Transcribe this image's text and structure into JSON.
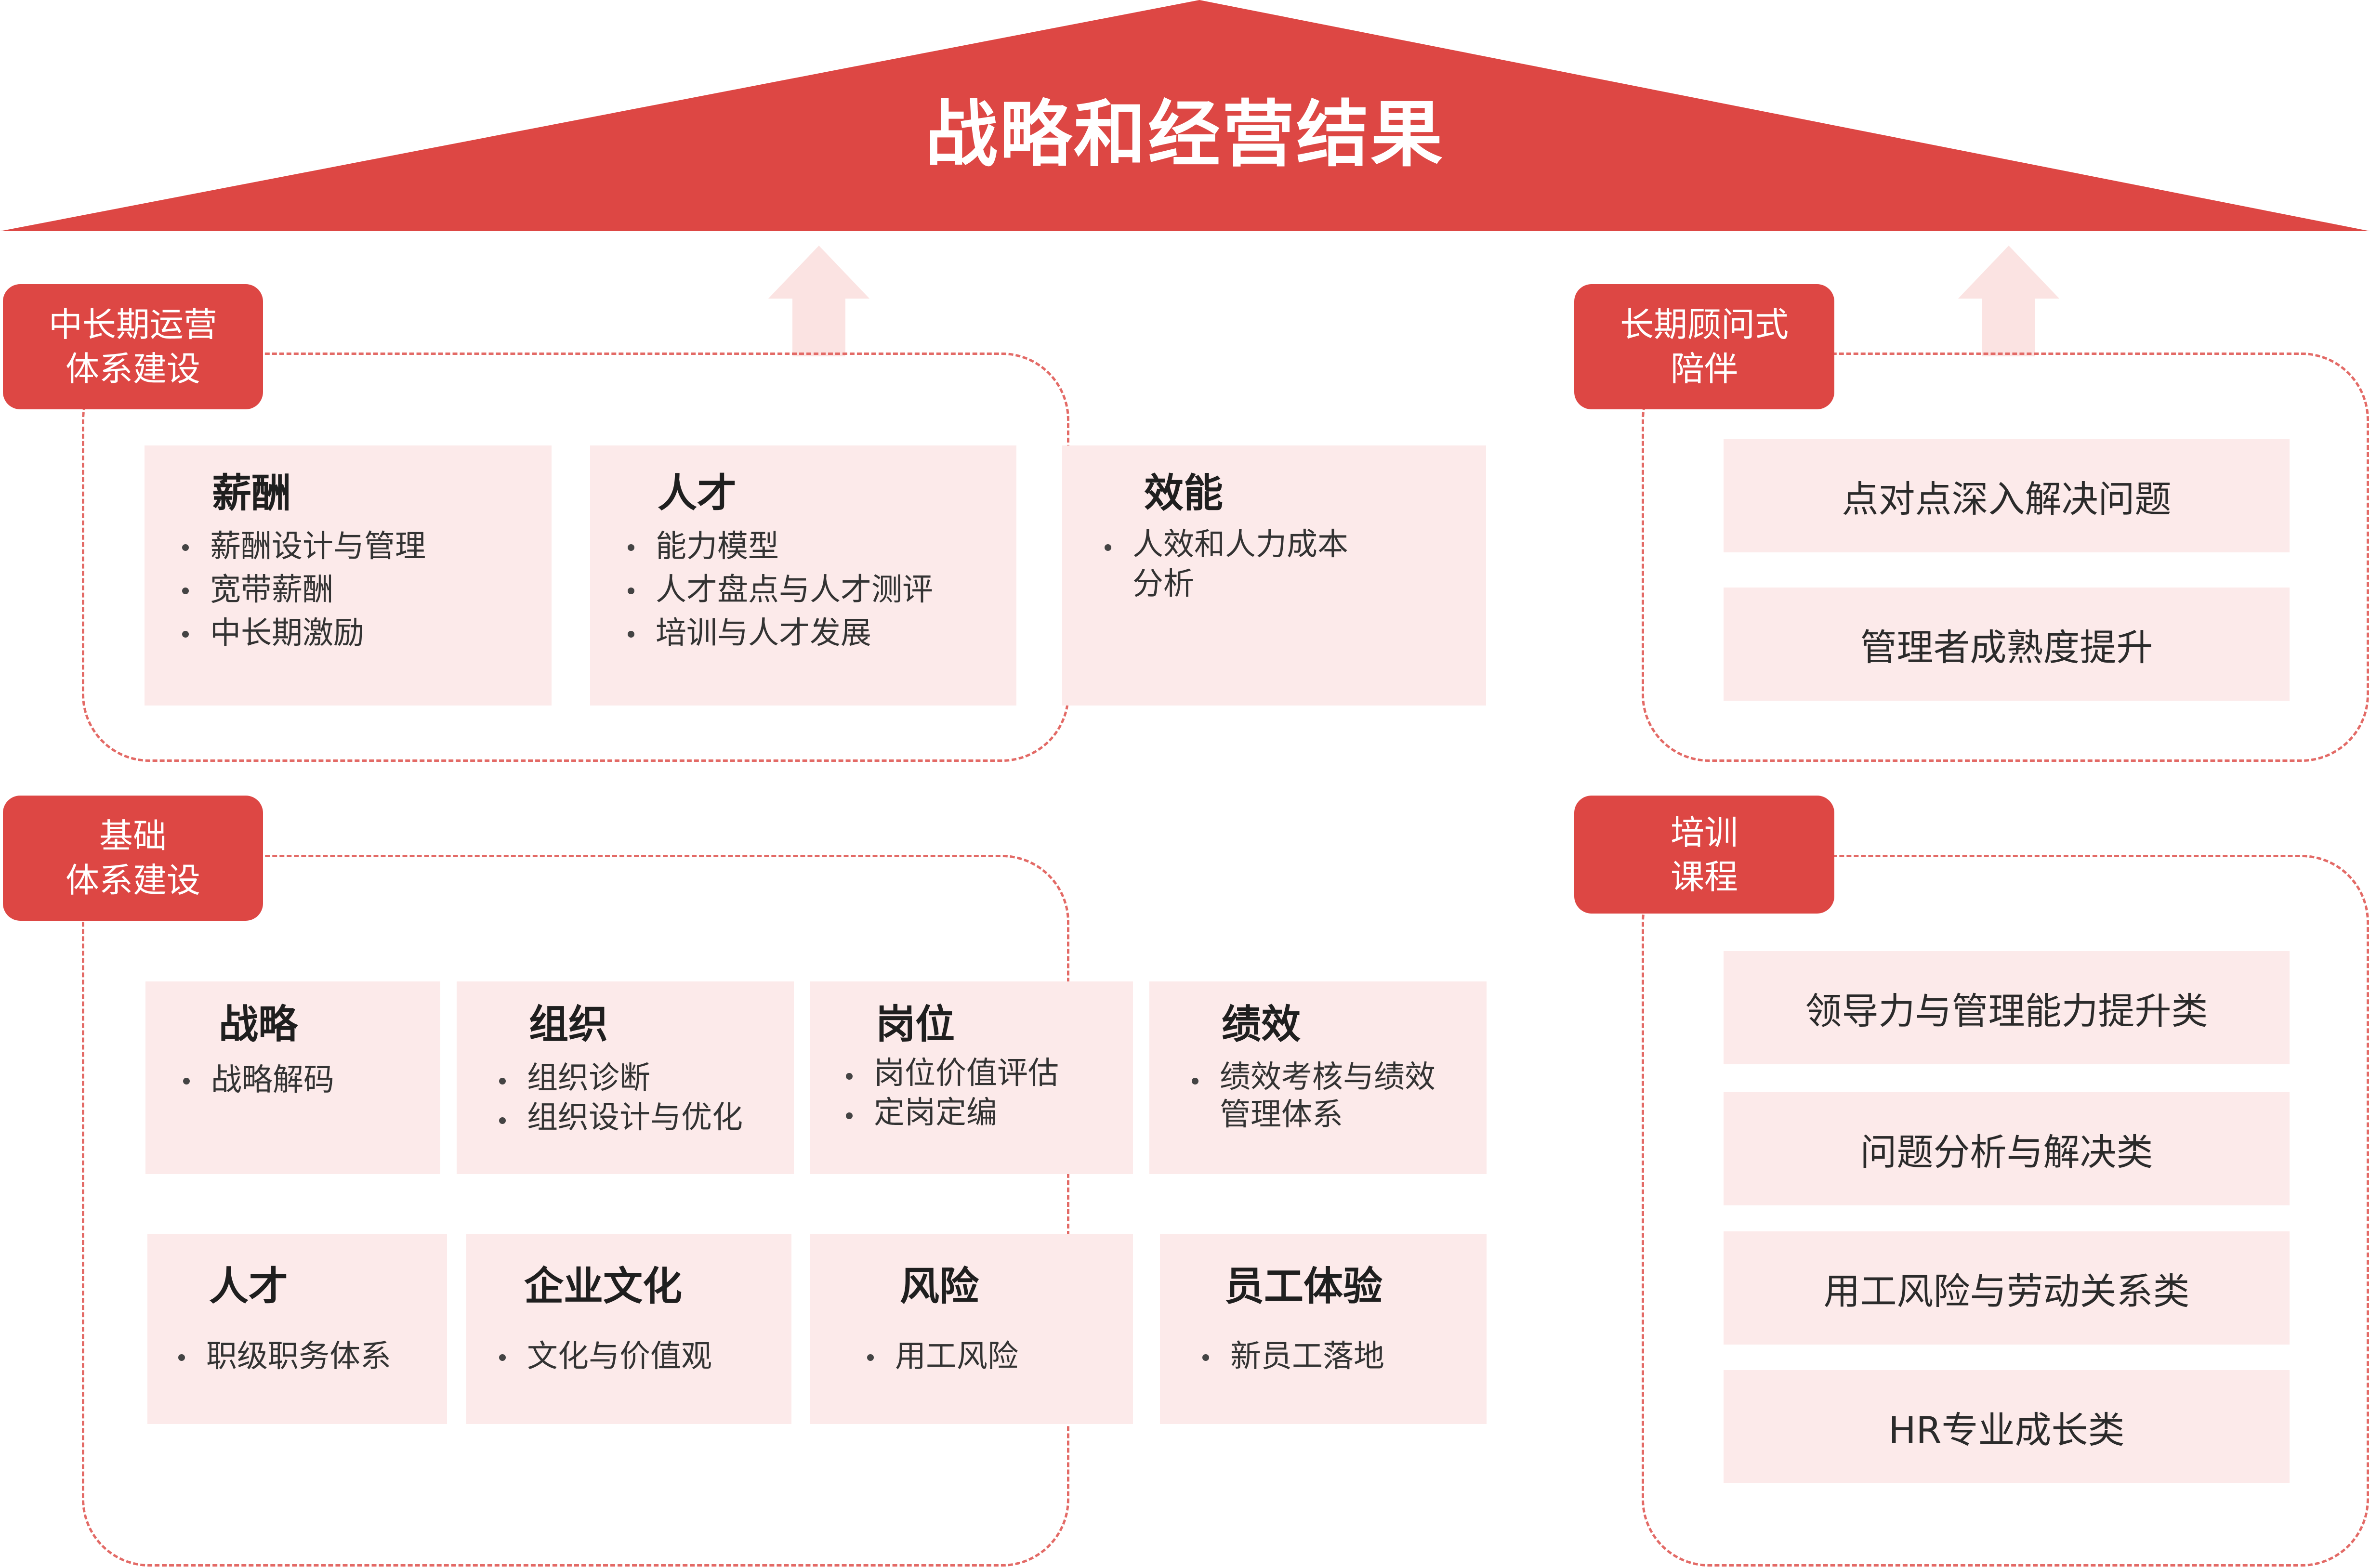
{
  "roof": {
    "title": "战略和经营结果",
    "color": "#dd4744"
  },
  "arrow_color": "#fbe3e2",
  "accent": "#dd4744",
  "card_bg": "#fceaea",
  "mid_term": {
    "tab": [
      "中长期运营",
      "体系建设"
    ],
    "cards": [
      {
        "title": "薪酬",
        "items": [
          "薪酬设计与管理",
          "宽带薪酬",
          "中长期激励"
        ]
      },
      {
        "title": "人才",
        "items": [
          "能力模型",
          "人才盘点与人才测评",
          "培训与人才发展"
        ]
      },
      {
        "title": "效能",
        "items": [
          "人效和人力成本",
          "分析"
        ]
      }
    ]
  },
  "consulting": {
    "tab": [
      "长期顾问式",
      "陪伴"
    ],
    "bars": [
      "点对点深入解决问题",
      "管理者成熟度提升"
    ]
  },
  "foundation": {
    "tab": [
      "基础",
      "体系建设"
    ],
    "row1": [
      {
        "title": "战略",
        "items": [
          "战略解码"
        ]
      },
      {
        "title": "组织",
        "items": [
          "组织诊断",
          "组织设计与优化"
        ]
      },
      {
        "title": "岗位",
        "items": [
          "岗位价值评估",
          "定岗定编"
        ]
      },
      {
        "title": "绩效",
        "items": [
          "绩效考核与绩效",
          "管理体系"
        ]
      }
    ],
    "row2": [
      {
        "title": "人才",
        "items": [
          "职级职务体系"
        ]
      },
      {
        "title": "企业文化",
        "items": [
          "文化与价值观"
        ]
      },
      {
        "title": "风险",
        "items": [
          "用工风险"
        ]
      },
      {
        "title": "员工体验",
        "items": [
          "新员工落地"
        ]
      }
    ]
  },
  "training": {
    "tab": [
      "培训",
      "课程"
    ],
    "bars": [
      "领导力与管理能力提升类",
      "问题分析与解决类",
      "用工风险与劳动关系类",
      "HR专业成长类"
    ]
  }
}
